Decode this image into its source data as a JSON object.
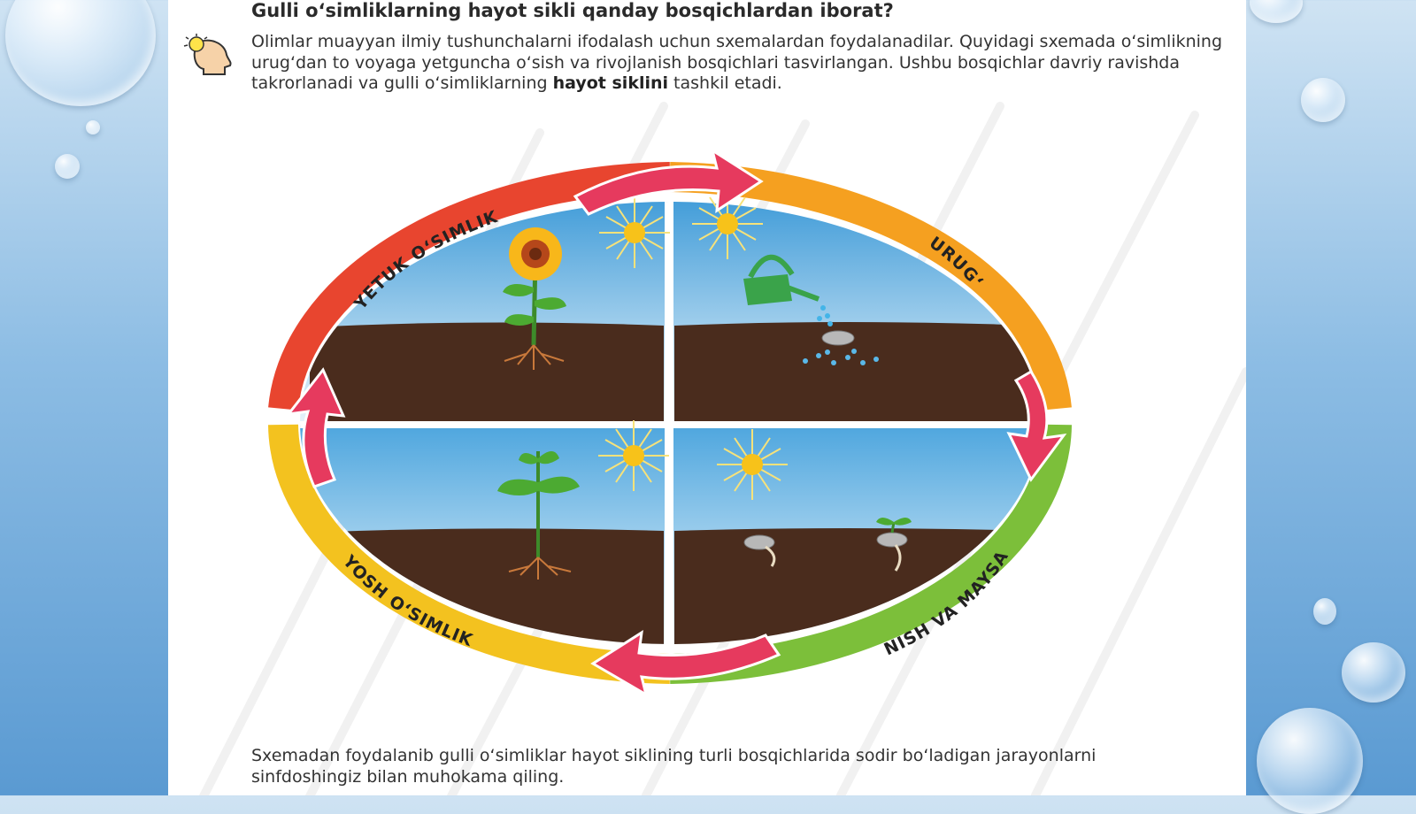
{
  "heading": "Gulli o‘simliklarning hayot sikli qanday bosqichlardan iborat?",
  "intro": {
    "text_before": "Olimlar muayyan ilmiy tushunchalarni ifodalash uchun sxemalardan foydalanadilar. Quyidagi sxemada o‘simlikning urug‘dan to voyaga yetguncha o‘sish va rivojlanish bosqichlari tasvirlangan. Ushbu bosqichlar davriy ravishda takrorlanadi va gulli o‘simliklarning ",
    "bold": "hayot siklini",
    "text_after": " tashkil etadi."
  },
  "cycle": {
    "stage_seed": "URUG‘",
    "stage_sprout": "NISH VA MAYSA",
    "stage_young": "YOSH O‘SIMLIK",
    "stage_mature": "YETUK O‘SIMLIK"
  },
  "bottom_text": "Sxemadan foydalanib gulli o‘simliklar hayot siklining turli bosqichlarida sodir bo‘ladigan jarayonlarni sinfdoshingiz bilan muhokama qiling.",
  "colors": {
    "soil": "#4a2c1d",
    "sky_top": "#4aa3dd",
    "ring_red": "#e8452f",
    "ring_orange": "#f5a020",
    "ring_green": "#7cbf3a",
    "ring_yellow": "#f3c21f",
    "arrow_pink": "#e63a5e",
    "sun": "#f7c21a"
  }
}
